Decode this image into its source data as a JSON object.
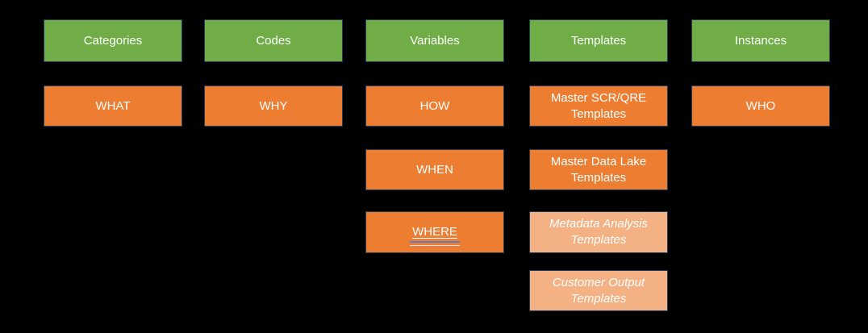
{
  "colors": {
    "background": "#000000",
    "header_green": "#70AD47",
    "item_orange": "#ED7D31",
    "item_light_orange": "#F4B183",
    "box_border": "#21395B",
    "text": "#FFFFFF",
    "link_underline_blue": "#5B7FC4",
    "link_underline_pale": "#D9E1F2"
  },
  "diagram": {
    "columns": [
      {
        "id": "categories",
        "header": "Categories",
        "items": [
          {
            "label": "WHAT"
          }
        ]
      },
      {
        "id": "codes",
        "header": "Codes",
        "items": [
          {
            "label": "WHY"
          }
        ]
      },
      {
        "id": "variables",
        "header": "Variables",
        "items": [
          {
            "label": "HOW"
          },
          {
            "label": "WHEN"
          },
          {
            "label": "WHERE",
            "underlined": true
          }
        ]
      },
      {
        "id": "templates",
        "header": "Templates",
        "items": [
          {
            "label": "Master SCR/QRE Templates"
          },
          {
            "label": "Master Data Lake Templates"
          },
          {
            "label": "Metadata Analysis Templates",
            "variant": "light-italic"
          },
          {
            "label": "Customer Output Templates",
            "variant": "light-italic"
          }
        ]
      },
      {
        "id": "instances",
        "header": "Instances",
        "items": [
          {
            "label": "WHO"
          }
        ]
      }
    ]
  }
}
